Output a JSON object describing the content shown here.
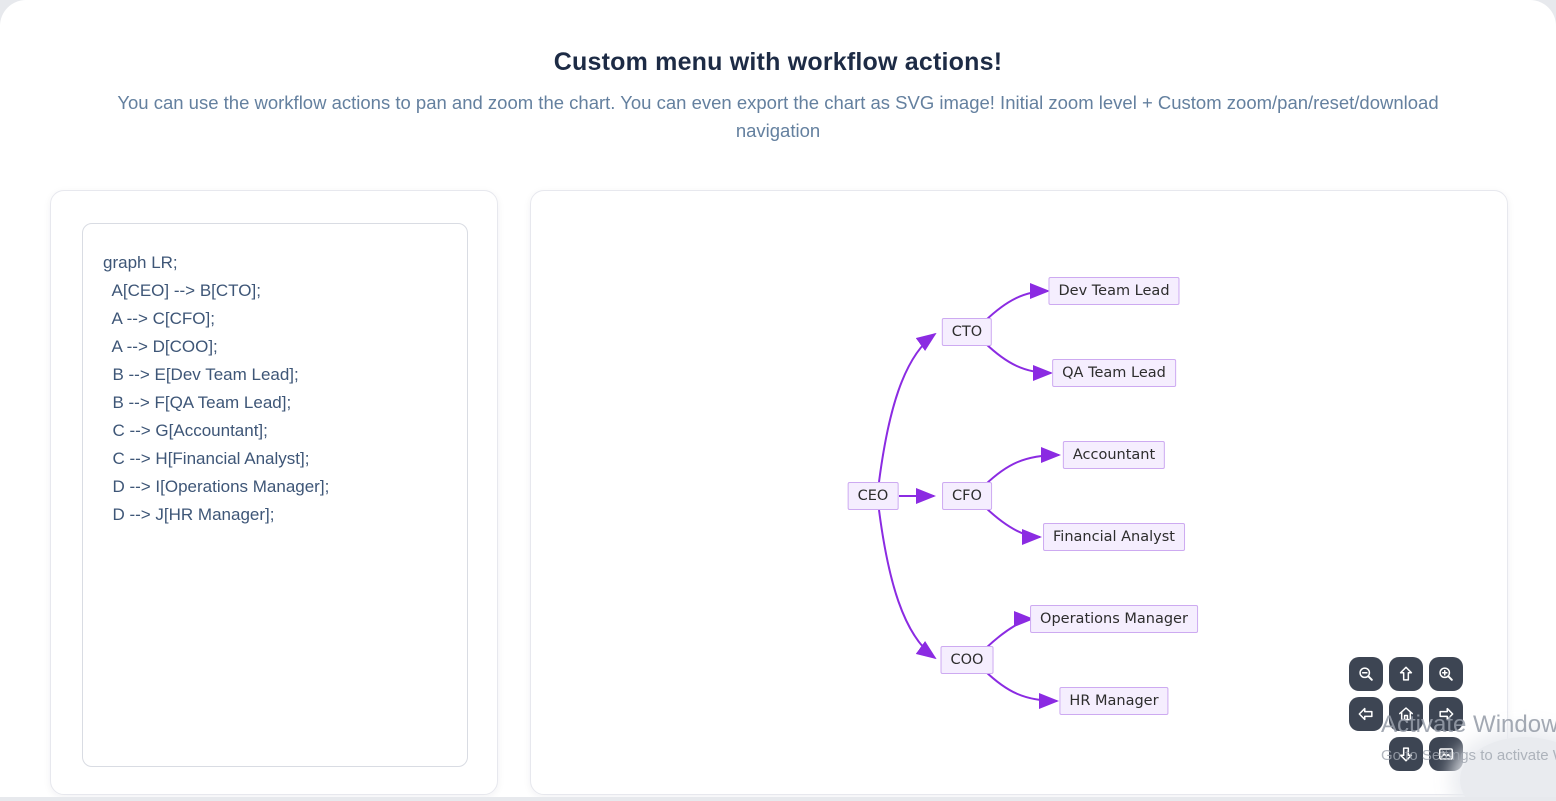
{
  "header": {
    "title": "Custom menu with workflow actions!",
    "subtitle": "You can use the workflow actions to pan and zoom the chart. You can even export the chart as SVG image! Initial zoom level + Custom zoom/pan/reset/download navigation"
  },
  "code_panel": {
    "lines": [
      "graph LR;",
      "  A[CEO] --> B[CTO];",
      "  A --> C[CFO];",
      "  A --> D[COO];",
      "  B --> E[Dev Team Lead];",
      "  B --> F[QA Team Lead];",
      "  C --> G[Accountant];",
      "  C --> H[Financial Analyst];",
      "  D --> I[Operations Manager];",
      "  D --> J[HR Manager];"
    ]
  },
  "diagram": {
    "type": "flowchart",
    "direction": "LR",
    "nodes": [
      {
        "id": "A",
        "label": "CEO"
      },
      {
        "id": "B",
        "label": "CTO"
      },
      {
        "id": "C",
        "label": "CFO"
      },
      {
        "id": "D",
        "label": "COO"
      },
      {
        "id": "E",
        "label": "Dev Team Lead"
      },
      {
        "id": "F",
        "label": "QA Team Lead"
      },
      {
        "id": "G",
        "label": "Accountant"
      },
      {
        "id": "H",
        "label": "Financial Analyst"
      },
      {
        "id": "I",
        "label": "Operations Manager"
      },
      {
        "id": "J",
        "label": "HR Manager"
      }
    ],
    "edges": [
      [
        "A",
        "B"
      ],
      [
        "A",
        "C"
      ],
      [
        "A",
        "D"
      ],
      [
        "B",
        "E"
      ],
      [
        "B",
        "F"
      ],
      [
        "C",
        "G"
      ],
      [
        "C",
        "H"
      ],
      [
        "D",
        "I"
      ],
      [
        "D",
        "J"
      ]
    ],
    "colors": {
      "node_fill": "#f5eefe",
      "node_border": "#cdaaf1",
      "edge": "#8b2be2",
      "label": "#2d2d2d"
    }
  },
  "controls": {
    "button_bg": "#3d4553",
    "buttons": [
      {
        "name": "zoom-out",
        "icon": "magnifier-minus-icon"
      },
      {
        "name": "pan-up",
        "icon": "arrow-up-icon"
      },
      {
        "name": "zoom-in",
        "icon": "magnifier-plus-icon"
      },
      {
        "name": "pan-left",
        "icon": "arrow-left-icon"
      },
      {
        "name": "reset-view",
        "icon": "home-icon"
      },
      {
        "name": "pan-right",
        "icon": "arrow-right-icon"
      },
      {
        "name": "pan-down",
        "icon": "arrow-down-icon"
      },
      {
        "name": "download-image",
        "icon": "image-icon"
      }
    ]
  },
  "watermark": {
    "line1": "Activate Windows",
    "line2": "Go to Settings to activate Windows"
  }
}
